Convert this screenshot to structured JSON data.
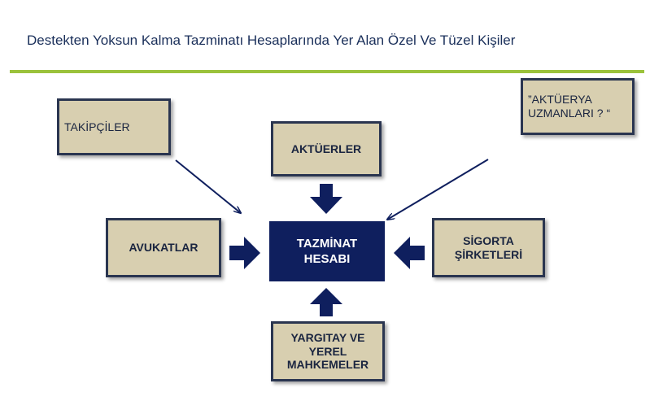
{
  "title": "Destekten Yoksun Kalma Tazminatı Hesaplarında Yer Alan Özel Ve Tüzel Kişiler",
  "colors": {
    "rule": "#9bc23c",
    "center_fill": "#0f1f5e",
    "box_fill": "#d8cfb0",
    "box_border": "#2a3550",
    "arrow": "#0f1f5e"
  },
  "center": {
    "line1": "TAZMİNAT",
    "line2": "HESABI"
  },
  "nodes": {
    "takipciler": "TAKİPÇİLER",
    "aktuerler": "AKTÜERLER",
    "aktuerya_uzmanlari": {
      "line1": "”AKTÜERYA",
      "line2": "UZMANLARI ? “"
    },
    "avukatlar": "AVUKATLAR",
    "sigorta": {
      "line1": "SİGORTA",
      "line2": "ŞİRKETLERİ"
    },
    "yargitay": {
      "line1": "YARGITAY VE",
      "line2": "YEREL",
      "line3": "MAHKEMELER"
    }
  }
}
